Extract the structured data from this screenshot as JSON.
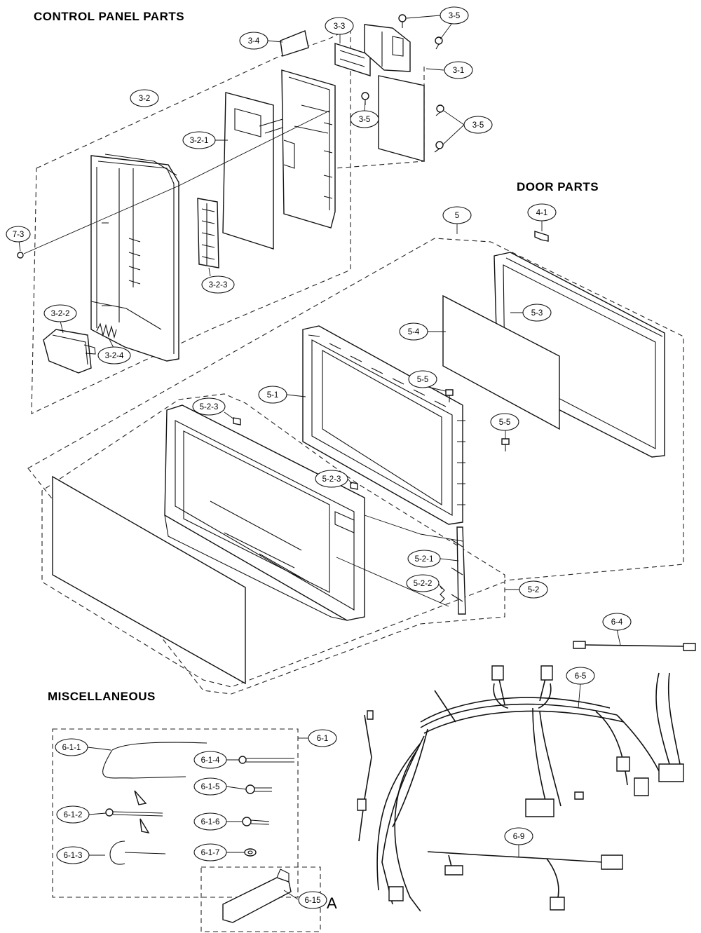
{
  "sections": {
    "control": "CONTROL PANEL PARTS",
    "door": "DOOR PARTS",
    "misc": "MISCELLANEOUS"
  },
  "labels": {
    "l3_5a": "3-5",
    "l3_3": "3-3",
    "l3_4": "3-4",
    "l3_1": "3-1",
    "l3_2": "3-2",
    "l3_5b": "3-5",
    "l3_5c": "3-5",
    "l3_2_1": "3-2-1",
    "l7_3": "7-3",
    "l3_2_3": "3-2-3",
    "l3_2_2": "3-2-2",
    "l3_2_4": "3-2-4",
    "l5": "5",
    "l4_1": "4-1",
    "l5_3": "5-3",
    "l5_4": "5-4",
    "l5_5a": "5-5",
    "l5_1": "5-1",
    "l5_2_3a": "5-2-3",
    "l5_5b": "5-5",
    "l5_2_3b": "5-2-3",
    "l5_2_1": "5-2-1",
    "l5_2_2": "5-2-2",
    "l5_2": "5-2",
    "l6_4": "6-4",
    "l6_5": "6-5",
    "l6_1": "6-1",
    "l6_1_1": "6-1-1",
    "l6_1_4": "6-1-4",
    "l6_1_5": "6-1-5",
    "l6_1_2": "6-1-2",
    "l6_1_6": "6-1-6",
    "l6_1_3": "6-1-3",
    "l6_1_7": "6-1-7",
    "l6_15": "6-15",
    "l6_9": "6-9",
    "mark_a": "A"
  }
}
